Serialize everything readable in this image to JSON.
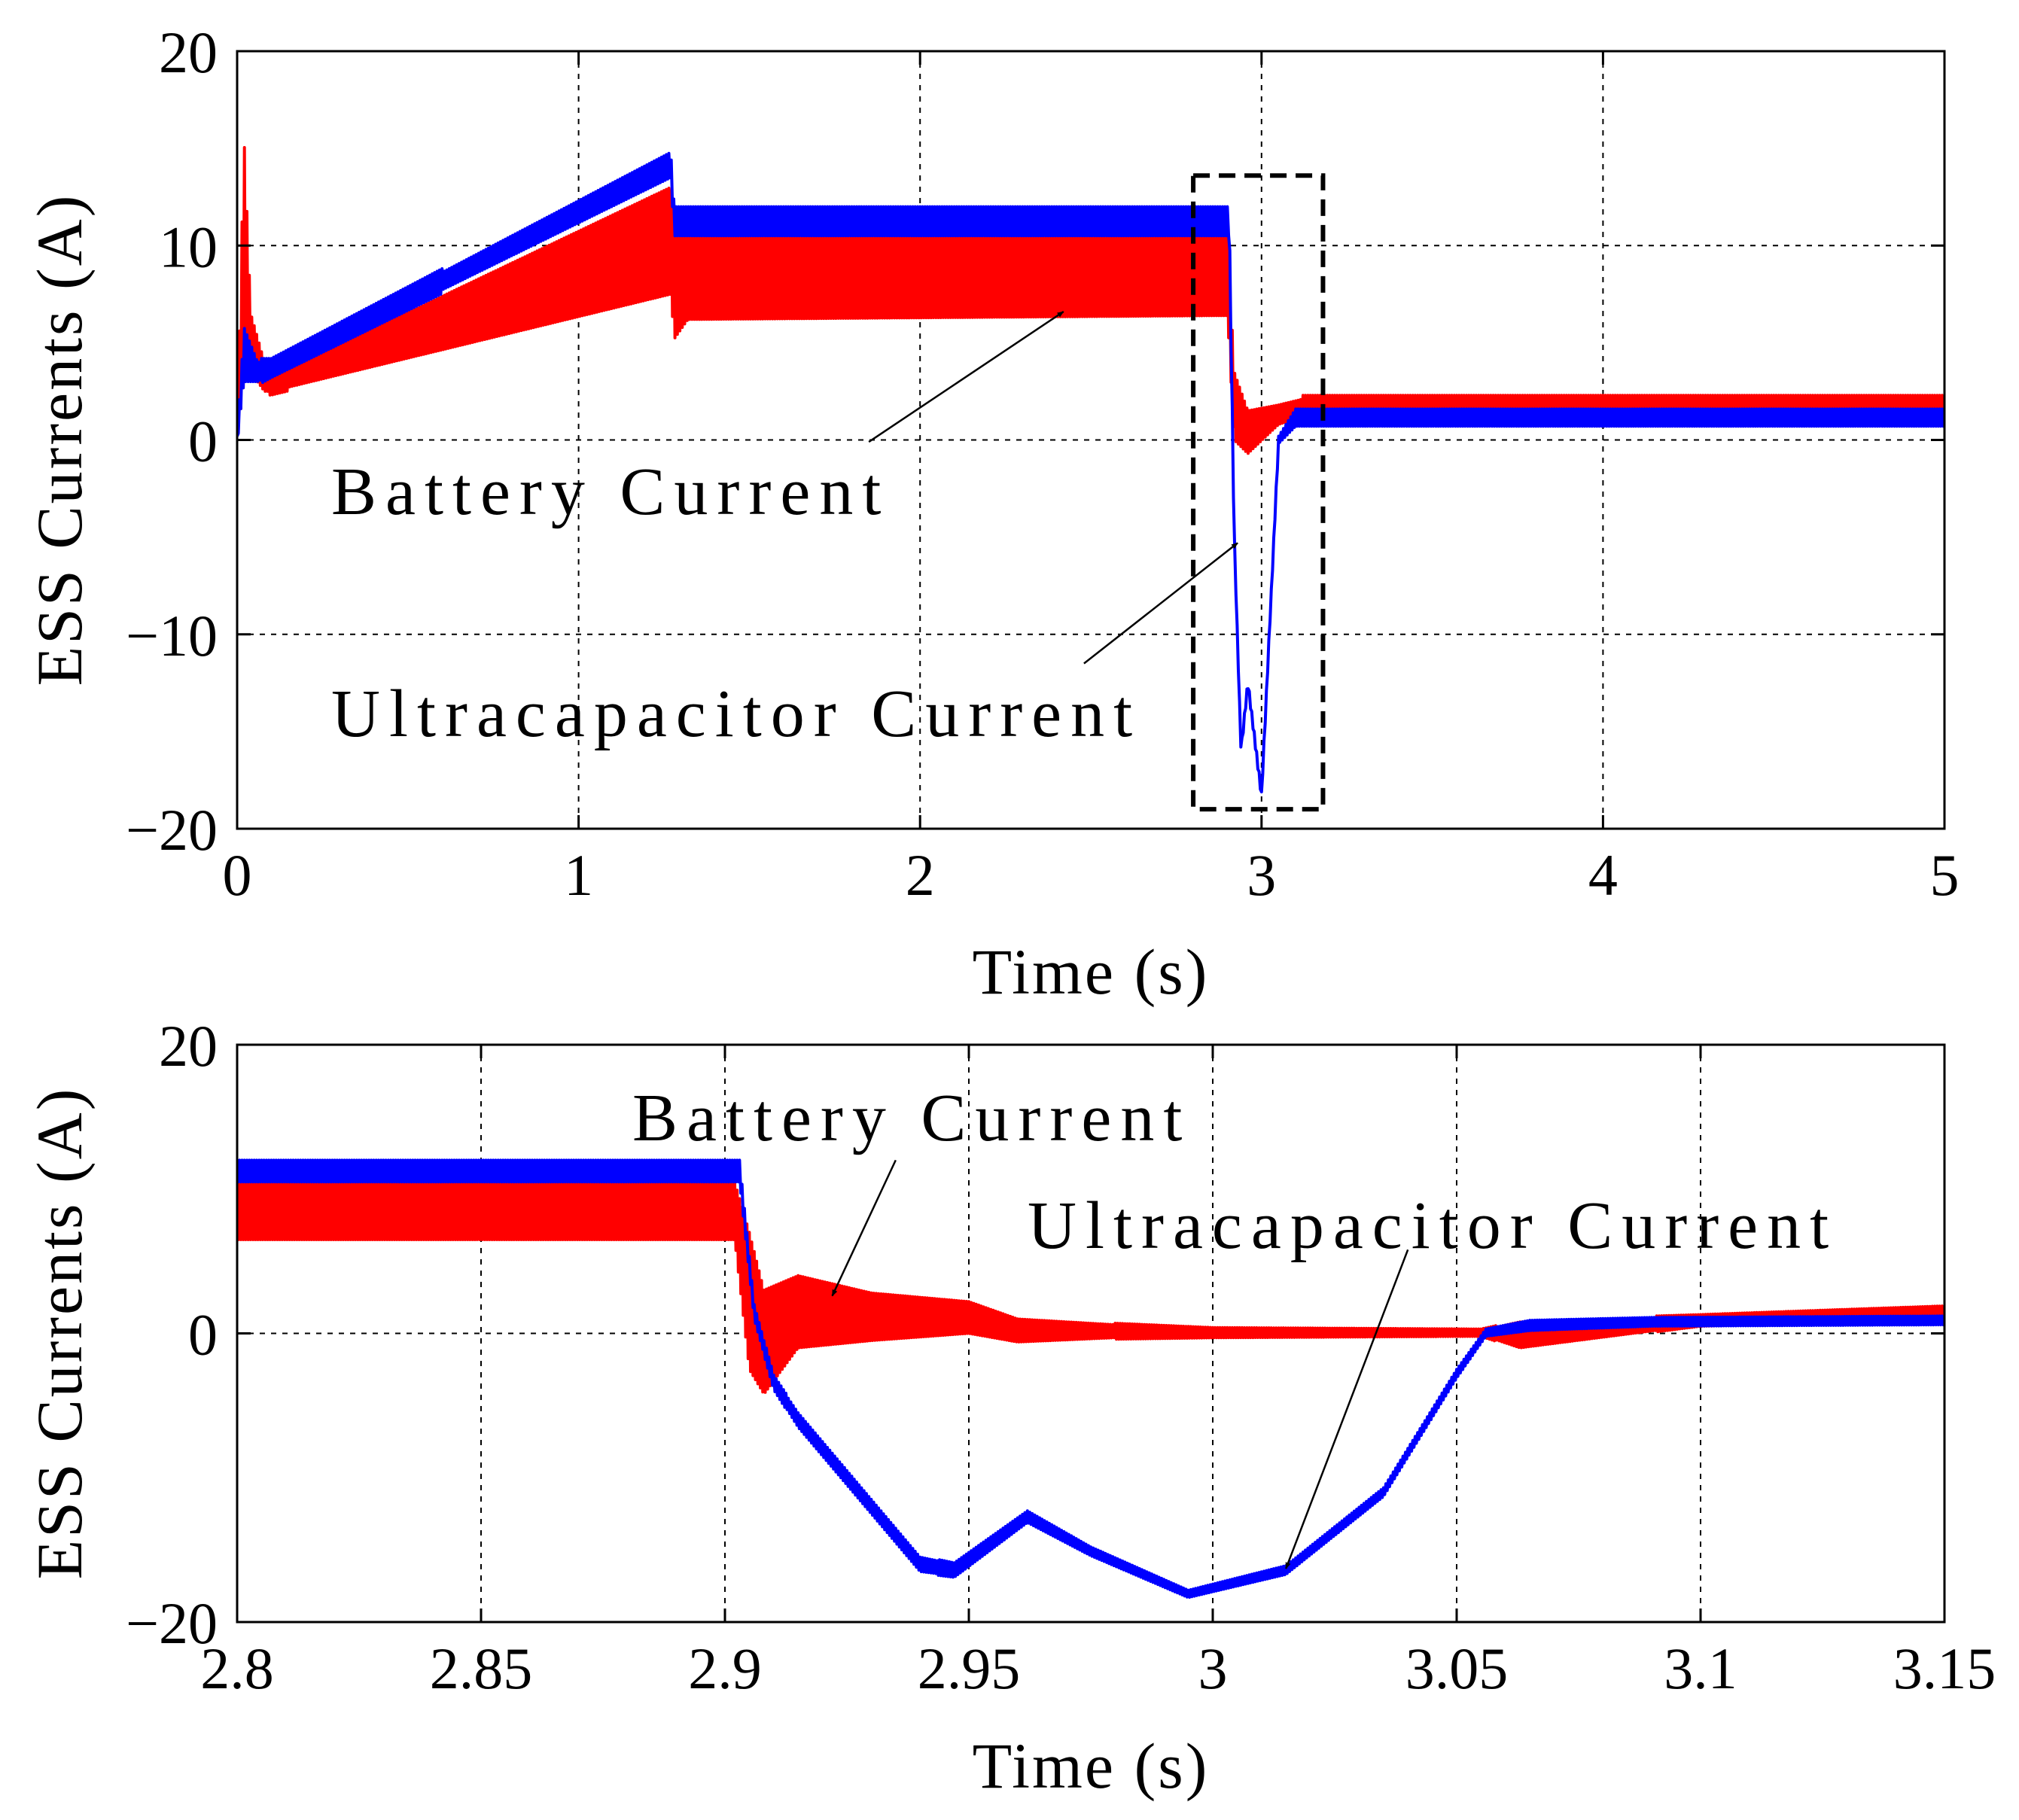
{
  "colors": {
    "battery": "#ff0000",
    "ultracapacitor": "#0000ff",
    "grid": "#000000",
    "background": "#ffffff"
  },
  "chart_data": [
    {
      "type": "line",
      "title": "",
      "xlabel": "Time (s)",
      "ylabel": "ESS Currents (A)",
      "xlim": [
        0,
        5
      ],
      "ylim": [
        -20,
        20
      ],
      "xticks": [
        0,
        1,
        2,
        3,
        4,
        5
      ],
      "yticks": [
        -20,
        -10,
        0,
        10,
        20
      ],
      "xtick_labels": [
        "0",
        "1",
        "2",
        "3",
        "4",
        "5"
      ],
      "ytick_labels": [
        "−20",
        "−10",
        "0",
        "10",
        "20"
      ],
      "grid": true,
      "series": [
        {
          "name": "Battery Current",
          "color": "#ff0000",
          "band": [
            {
              "x": 0.0,
              "lo": 0.0,
              "hi": 0.0
            },
            {
              "x": 0.02,
              "lo": 3.0,
              "hi": 15.7
            },
            {
              "x": 0.04,
              "lo": 3.5,
              "hi": 6.5
            },
            {
              "x": 0.08,
              "lo": 2.5,
              "hi": 4.0
            },
            {
              "x": 0.1,
              "lo": 2.5,
              "hi": 3.2
            },
            {
              "x": 1.27,
              "lo": 7.5,
              "hi": 13.0
            },
            {
              "x": 1.28,
              "lo": 5.2,
              "hi": 11.8
            },
            {
              "x": 1.32,
              "lo": 6.2,
              "hi": 11.0
            },
            {
              "x": 2.9,
              "lo": 6.4,
              "hi": 11.0
            },
            {
              "x": 2.92,
              "lo": 0.0,
              "hi": 3.5
            },
            {
              "x": 2.96,
              "lo": -0.7,
              "hi": 1.5
            },
            {
              "x": 3.05,
              "lo": 0.8,
              "hi": 1.8
            },
            {
              "x": 3.12,
              "lo": 1.2,
              "hi": 2.1
            },
            {
              "x": 5.0,
              "lo": 1.3,
              "hi": 2.1
            }
          ]
        },
        {
          "name": "Ultracapacitor Current",
          "color": "#0000ff",
          "band": [
            {
              "x": 0.0,
              "lo": 0.0,
              "hi": 0.0
            },
            {
              "x": 0.02,
              "lo": 3.0,
              "hi": 5.8
            },
            {
              "x": 0.06,
              "lo": 3.0,
              "hi": 4.0
            },
            {
              "x": 0.1,
              "lo": 3.4,
              "hi": 4.0
            },
            {
              "x": 1.27,
              "lo": 13.5,
              "hi": 14.8
            },
            {
              "x": 1.28,
              "lo": 10.5,
              "hi": 12.0
            },
            {
              "x": 2.9,
              "lo": 10.5,
              "hi": 12.0
            },
            {
              "x": 2.905,
              "lo": 10.5,
              "hi": 12.2
            },
            {
              "x": 2.92,
              "lo": -5.0,
              "hi": -5.0
            },
            {
              "x": 2.94,
              "lo": -16.0,
              "hi": -16.0
            },
            {
              "x": 2.96,
              "lo": -12.5,
              "hi": -12.5
            },
            {
              "x": 3.0,
              "lo": -18.3,
              "hi": -18.3
            },
            {
              "x": 3.05,
              "lo": 0.0,
              "hi": 0.0
            },
            {
              "x": 3.1,
              "lo": 0.9,
              "hi": 1.4
            },
            {
              "x": 5.0,
              "lo": 0.9,
              "hi": 1.4
            }
          ]
        }
      ],
      "annotations": [
        {
          "text": "Battery Current",
          "x": 0.3,
          "y": -2.6
        },
        {
          "text": "Ultracapacitor Current",
          "x": 0.3,
          "y": -14.0
        }
      ],
      "arrows": [
        {
          "from": [
            1.85,
            -0.1
          ],
          "to": [
            2.42,
            6.6
          ]
        },
        {
          "from": [
            2.48,
            -11.5
          ],
          "to": [
            2.93,
            -5.3
          ]
        }
      ],
      "highlight_box": {
        "x0": 2.8,
        "x1": 3.18,
        "y0": -19.0,
        "y1": 13.6
      }
    },
    {
      "type": "line",
      "title": "",
      "xlabel": "Time (s)",
      "ylabel": "ESS Currents (A)",
      "xlim": [
        2.8,
        3.15
      ],
      "ylim": [
        -20,
        20
      ],
      "xticks": [
        2.8,
        2.85,
        2.9,
        2.95,
        3.0,
        3.05,
        3.1,
        3.15
      ],
      "yticks": [
        -20,
        0,
        20
      ],
      "xtick_labels": [
        "2.8",
        "2.85",
        "2.9",
        "2.95",
        "3",
        "3.05",
        "3.1",
        "3.15"
      ],
      "ytick_labels": [
        "−20",
        "0",
        "20"
      ],
      "grid": true,
      "series": [
        {
          "name": "Battery Current",
          "color": "#ff0000",
          "band": [
            {
              "x": 2.8,
              "lo": 6.5,
              "hi": 10.5
            },
            {
              "x": 2.902,
              "lo": 6.5,
              "hi": 10.5
            },
            {
              "x": 2.905,
              "lo": -2.5,
              "hi": 7.0
            },
            {
              "x": 2.908,
              "lo": -4.2,
              "hi": 3.0
            },
            {
              "x": 2.915,
              "lo": -1.0,
              "hi": 4.0
            },
            {
              "x": 2.93,
              "lo": -0.5,
              "hi": 2.8
            },
            {
              "x": 2.95,
              "lo": 0.0,
              "hi": 2.2
            },
            {
              "x": 2.96,
              "lo": -0.6,
              "hi": 1.0
            },
            {
              "x": 2.98,
              "lo": -0.3,
              "hi": 0.6
            },
            {
              "x": 3.0,
              "lo": -0.2,
              "hi": 0.3
            },
            {
              "x": 3.055,
              "lo": -0.1,
              "hi": 0.2
            },
            {
              "x": 3.063,
              "lo": -1.0,
              "hi": 0.8
            },
            {
              "x": 3.1,
              "lo": 0.6,
              "hi": 1.2
            },
            {
              "x": 3.15,
              "lo": 1.0,
              "hi": 1.8
            }
          ]
        },
        {
          "name": "Ultracapacitor Current",
          "color": "#0000ff",
          "band": [
            {
              "x": 2.8,
              "lo": 10.5,
              "hi": 12.0
            },
            {
              "x": 2.903,
              "lo": 10.5,
              "hi": 12.0
            },
            {
              "x": 2.906,
              "lo": 1.0,
              "hi": 2.0
            },
            {
              "x": 2.91,
              "lo": -3.8,
              "hi": -3.0
            },
            {
              "x": 2.915,
              "lo": -6.5,
              "hi": -5.5
            },
            {
              "x": 2.93,
              "lo": -12.5,
              "hi": -11.5
            },
            {
              "x": 2.94,
              "lo": -16.5,
              "hi": -15.5
            },
            {
              "x": 2.947,
              "lo": -16.8,
              "hi": -16.0
            },
            {
              "x": 2.962,
              "lo": -13.0,
              "hi": -12.4
            },
            {
              "x": 2.975,
              "lo": -15.3,
              "hi": -14.9
            },
            {
              "x": 2.995,
              "lo": -18.2,
              "hi": -17.9
            },
            {
              "x": 3.015,
              "lo": -16.6,
              "hi": -16.2
            },
            {
              "x": 3.035,
              "lo": -11.2,
              "hi": -10.8
            },
            {
              "x": 3.05,
              "lo": -3.0,
              "hi": -2.6
            },
            {
              "x": 3.056,
              "lo": -0.1,
              "hi": 0.2
            },
            {
              "x": 3.065,
              "lo": 0.3,
              "hi": 0.8
            },
            {
              "x": 3.09,
              "lo": 0.6,
              "hi": 1.0
            },
            {
              "x": 3.15,
              "lo": 0.7,
              "hi": 1.1
            }
          ]
        }
      ],
      "annotations": [
        {
          "text": "Battery Current",
          "x": 2.886,
          "y": 15.8
        },
        {
          "text": "Ultracapacitor Current",
          "x": 2.962,
          "y": 8.4
        }
      ],
      "arrows": [
        {
          "from": [
            2.935,
            12.0
          ],
          "to": [
            2.922,
            2.6
          ]
        },
        {
          "from": [
            3.04,
            5.8
          ],
          "to": [
            3.015,
            -16.3
          ]
        }
      ],
      "highlight_box": null
    }
  ]
}
